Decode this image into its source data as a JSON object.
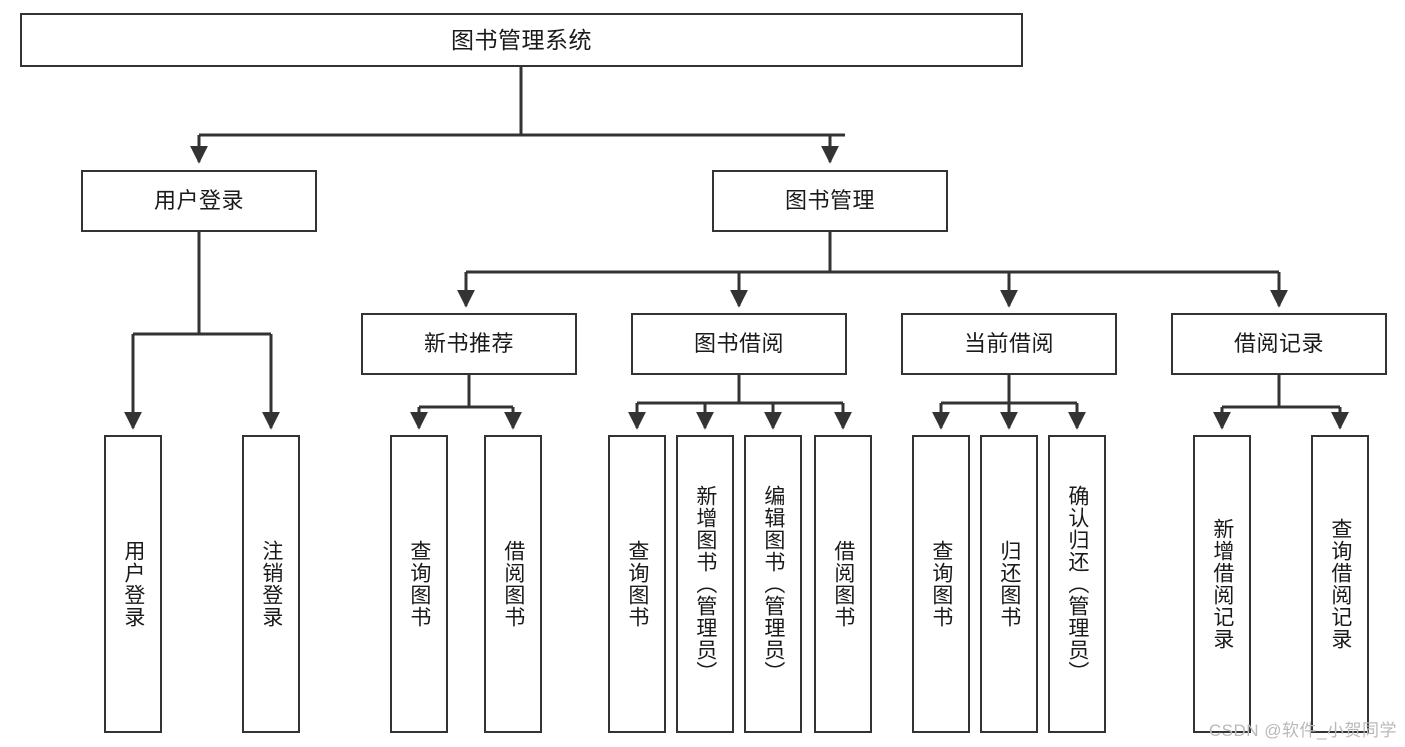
{
  "diagram": {
    "title_node": {
      "label": "图书管理系统"
    },
    "level2": [
      {
        "id": "user-login",
        "label": "用户登录"
      },
      {
        "id": "book-management",
        "label": "图书管理"
      }
    ],
    "level3": [
      {
        "id": "new-book-recommend",
        "label": "新书推荐"
      },
      {
        "id": "book-borrow",
        "label": "图书借阅"
      },
      {
        "id": "current-borrow",
        "label": "当前借阅"
      },
      {
        "id": "borrow-record",
        "label": "借阅记录"
      }
    ],
    "leaves": {
      "user_login": [
        {
          "id": "leaf-user-login",
          "label": "用户登录"
        },
        {
          "id": "leaf-logout-login",
          "label": "注销登录"
        }
      ],
      "new_book_recommend": [
        {
          "id": "leaf-query-book-1",
          "label": "查询图书"
        },
        {
          "id": "leaf-borrow-book-1",
          "label": "借阅图书"
        }
      ],
      "book_borrow": [
        {
          "id": "leaf-query-book-2",
          "label": "查询图书"
        },
        {
          "id": "leaf-add-book",
          "label": "新增图书（管理员）"
        },
        {
          "id": "leaf-edit-book",
          "label": "编辑图书（管理员）"
        },
        {
          "id": "leaf-borrow-book-2",
          "label": "借阅图书"
        }
      ],
      "current_borrow": [
        {
          "id": "leaf-query-book-3",
          "label": "查询图书"
        },
        {
          "id": "leaf-return-book",
          "label": "归还图书"
        },
        {
          "id": "leaf-confirm-return",
          "label": "确认归还（管理员）"
        }
      ],
      "borrow_record": [
        {
          "id": "leaf-add-record",
          "label": "新增借阅记录"
        },
        {
          "id": "leaf-query-record",
          "label": "查询借阅记录"
        }
      ]
    }
  },
  "watermark": {
    "text": "CSDN @软件_小贺同学"
  },
  "colors": {
    "border": "#333333",
    "background": "#ffffff",
    "text": "#1a1a1a",
    "watermark": "#b9b9b9"
  }
}
